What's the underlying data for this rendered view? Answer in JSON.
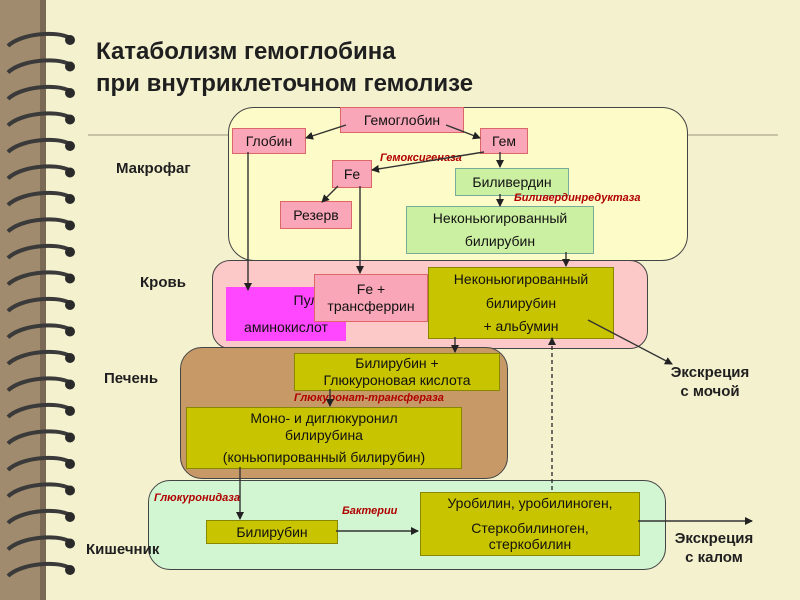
{
  "title": {
    "line1": "Катаболизм гемоглобина",
    "line2": "при внутриклеточном гемолизе"
  },
  "rows": {
    "macrophage": "Макрофаг",
    "blood": "Кровь",
    "liver": "Печень",
    "intestine": "Кишечник"
  },
  "nodes": {
    "hemoglobin": "Гемоглобин",
    "globin": "Глобин",
    "heme": "Гем",
    "fe": "Fe",
    "biliverdin": "Биливердин",
    "reserve": "Резерв",
    "unconj_bilirubin_1": "Неконьюгированный",
    "unconj_bilirubin_2": "билирубин",
    "aa_pool_1": "Пул",
    "aa_pool_2": "аминокислот",
    "fe_transferrin_1": "Fe +",
    "fe_transferrin_2": "трансферрин",
    "unconj_albumin_1": "Неконьюгированный",
    "unconj_albumin_2": "билирубин",
    "unconj_albumin_3": "+ альбумин",
    "bili_glucuronic_1": "Билирубин +",
    "bili_glucuronic_2": "Глюкуроновая кислота",
    "mono_di_1": "Моно- и диглюкуронил",
    "mono_di_2": "билирубина",
    "mono_di_3": "(коньюпированный билирубин)",
    "gut_bilirubin": "Билирубин",
    "urobilin_1": "Уробилин, уробилиноген,",
    "urobilin_2": "Стеркобилиноген,",
    "urobilin_3": "стеркобилин"
  },
  "enzymes": {
    "heme_oxygenase": "Гемоксигеназа",
    "biliverdin_reductase": "Биливердинредуктаза",
    "glucuronyl_transferase": "Глюкуронат-трансфераза",
    "glucuronidase": "Глюкуронидаза",
    "bacteria": "Бактерии"
  },
  "excretion": {
    "urine_1": "Экскреция",
    "urine_2": "с мочой",
    "feces_1": "Экскреция",
    "feces_2": "с калом"
  },
  "colors": {
    "macrophage_zone": "#fdfbc8",
    "blood_zone": "#fcc8c8",
    "liver_zone": "#c69966",
    "intestine_zone": "#d2f5d2",
    "pink_box": "#f9a6b8",
    "green_box": "#ccf0a2",
    "olive_box": "#c8c400",
    "magenta_box": "#ff47ff",
    "enzyme_text": "#b00000"
  }
}
